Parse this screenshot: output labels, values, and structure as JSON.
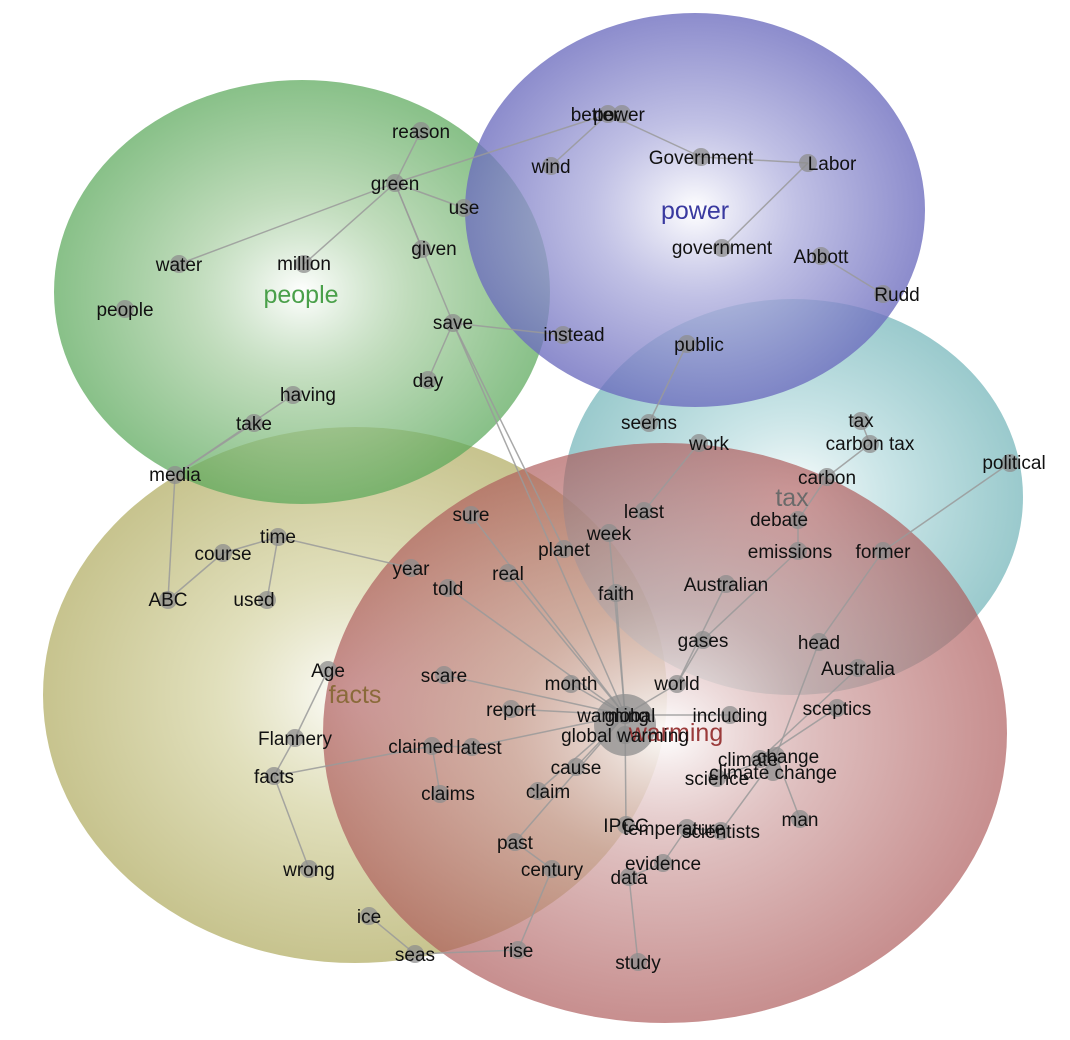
{
  "colors": {
    "people": "#5aa85a",
    "power": "#4a4ab0",
    "tax": "#5aaab0",
    "facts": "#a09a40",
    "warming": "#a84848",
    "edge": "#9a9a9a",
    "node": "#8e8e8e"
  },
  "clusters": [
    {
      "id": "facts",
      "label": "facts",
      "label_color": "#8a6a3a"
    },
    {
      "id": "warming",
      "label": "warming",
      "label_color": "#9a3a3a"
    },
    {
      "id": "tax",
      "label": "tax",
      "label_color": "#6a6a6a"
    },
    {
      "id": "people",
      "label": "people",
      "label_color": "#4aa04a"
    },
    {
      "id": "power",
      "label": "power",
      "label_color": "#3a3aa0"
    }
  ],
  "words": [
    {
      "id": "reason",
      "text": "reason"
    },
    {
      "id": "green",
      "text": "green"
    },
    {
      "id": "use",
      "text": "use"
    },
    {
      "id": "given",
      "text": "given"
    },
    {
      "id": "water",
      "text": "water"
    },
    {
      "id": "million",
      "text": "million"
    },
    {
      "id": "people_w",
      "text": "people"
    },
    {
      "id": "save",
      "text": "save"
    },
    {
      "id": "instead",
      "text": "instead"
    },
    {
      "id": "day",
      "text": "day"
    },
    {
      "id": "having",
      "text": "having"
    },
    {
      "id": "take",
      "text": "take"
    },
    {
      "id": "media",
      "text": "media"
    },
    {
      "id": "better",
      "text": "better"
    },
    {
      "id": "power_w",
      "text": "power"
    },
    {
      "id": "wind",
      "text": "wind"
    },
    {
      "id": "Government",
      "text": "Government"
    },
    {
      "id": "Labor",
      "text": "Labor"
    },
    {
      "id": "government",
      "text": "government"
    },
    {
      "id": "Abbott",
      "text": "Abbott"
    },
    {
      "id": "Rudd",
      "text": "Rudd"
    },
    {
      "id": "public",
      "text": "public"
    },
    {
      "id": "seems",
      "text": "seems"
    },
    {
      "id": "work",
      "text": "work"
    },
    {
      "id": "tax_w",
      "text": "tax"
    },
    {
      "id": "carbon_tax",
      "text": "carbon tax"
    },
    {
      "id": "carbon",
      "text": "carbon"
    },
    {
      "id": "political",
      "text": "political"
    },
    {
      "id": "debate",
      "text": "debate"
    },
    {
      "id": "emissions",
      "text": "emissions"
    },
    {
      "id": "former",
      "text": "former"
    },
    {
      "id": "least",
      "text": "least"
    },
    {
      "id": "week",
      "text": "week"
    },
    {
      "id": "sure",
      "text": "sure"
    },
    {
      "id": "planet",
      "text": "planet"
    },
    {
      "id": "time",
      "text": "time"
    },
    {
      "id": "course",
      "text": "course"
    },
    {
      "id": "ABC",
      "text": "ABC"
    },
    {
      "id": "used",
      "text": "used"
    },
    {
      "id": "year",
      "text": "year"
    },
    {
      "id": "told",
      "text": "told"
    },
    {
      "id": "real",
      "text": "real"
    },
    {
      "id": "faith",
      "text": "faith"
    },
    {
      "id": "Australian",
      "text": "Australian"
    },
    {
      "id": "gases",
      "text": "gases"
    },
    {
      "id": "head",
      "text": "head"
    },
    {
      "id": "Australia",
      "text": "Australia"
    },
    {
      "id": "Age",
      "text": "Age"
    },
    {
      "id": "scare",
      "text": "scare"
    },
    {
      "id": "month",
      "text": "month"
    },
    {
      "id": "world",
      "text": "world"
    },
    {
      "id": "report",
      "text": "report"
    },
    {
      "id": "warming_w",
      "text": "warming"
    },
    {
      "id": "global",
      "text": "global"
    },
    {
      "id": "including",
      "text": "including"
    },
    {
      "id": "sceptics",
      "text": "sceptics"
    },
    {
      "id": "Flannery",
      "text": "Flannery"
    },
    {
      "id": "claimed",
      "text": "claimed"
    },
    {
      "id": "latest",
      "text": "latest"
    },
    {
      "id": "global_warming",
      "text": "global warming"
    },
    {
      "id": "climate",
      "text": "climate"
    },
    {
      "id": "change",
      "text": "change"
    },
    {
      "id": "climate_change",
      "text": "climate change"
    },
    {
      "id": "facts_w",
      "text": "facts"
    },
    {
      "id": "claims",
      "text": "claims"
    },
    {
      "id": "cause",
      "text": "cause"
    },
    {
      "id": "claim",
      "text": "claim"
    },
    {
      "id": "science",
      "text": "science"
    },
    {
      "id": "man",
      "text": "man"
    },
    {
      "id": "IPCC",
      "text": "IPCC"
    },
    {
      "id": "temperature",
      "text": "temperature"
    },
    {
      "id": "scientists",
      "text": "scientists"
    },
    {
      "id": "past",
      "text": "past"
    },
    {
      "id": "century",
      "text": "century"
    },
    {
      "id": "evidence",
      "text": "evidence"
    },
    {
      "id": "data",
      "text": "data"
    },
    {
      "id": "wrong",
      "text": "wrong"
    },
    {
      "id": "ice",
      "text": "ice"
    },
    {
      "id": "seas",
      "text": "seas"
    },
    {
      "id": "rise",
      "text": "rise"
    },
    {
      "id": "study",
      "text": "study"
    }
  ],
  "edges": [
    [
      "green",
      "reason"
    ],
    [
      "green",
      "water"
    ],
    [
      "green",
      "use"
    ],
    [
      "green",
      "given"
    ],
    [
      "green",
      "save"
    ],
    [
      "green",
      "better"
    ],
    [
      "green",
      "million"
    ],
    [
      "save",
      "instead"
    ],
    [
      "save",
      "day"
    ],
    [
      "save",
      "planet"
    ],
    [
      "save",
      "warming_w"
    ],
    [
      "media",
      "having"
    ],
    [
      "media",
      "ABC"
    ],
    [
      "media",
      "take"
    ],
    [
      "course",
      "time"
    ],
    [
      "course",
      "ABC"
    ],
    [
      "time",
      "used"
    ],
    [
      "time",
      "year"
    ],
    [
      "better",
      "wind"
    ],
    [
      "better",
      "Government"
    ],
    [
      "Government",
      "Labor"
    ],
    [
      "Labor",
      "government"
    ],
    [
      "Abbott",
      "Rudd"
    ],
    [
      "public",
      "seems"
    ],
    [
      "work",
      "least"
    ],
    [
      "tax_w",
      "carbon_tax"
    ],
    [
      "carbon_tax",
      "carbon"
    ],
    [
      "carbon",
      "debate"
    ],
    [
      "debate",
      "emissions"
    ],
    [
      "emissions",
      "gases"
    ],
    [
      "political",
      "former"
    ],
    [
      "former",
      "head"
    ],
    [
      "head",
      "change"
    ],
    [
      "global",
      "week"
    ],
    [
      "global",
      "sure"
    ],
    [
      "global",
      "told"
    ],
    [
      "global",
      "real"
    ],
    [
      "global",
      "faith"
    ],
    [
      "global",
      "month"
    ],
    [
      "global",
      "scare"
    ],
    [
      "global",
      "report"
    ],
    [
      "global",
      "world"
    ],
    [
      "global",
      "IPCC"
    ],
    [
      "global",
      "cause"
    ],
    [
      "global",
      "claim"
    ],
    [
      "global",
      "latest"
    ],
    [
      "global",
      "including"
    ],
    [
      "global",
      "past"
    ],
    [
      "Australian",
      "world"
    ],
    [
      "world",
      "gases"
    ],
    [
      "Australia",
      "climate"
    ],
    [
      "sceptics",
      "climate"
    ],
    [
      "climate",
      "change"
    ],
    [
      "change",
      "science"
    ],
    [
      "change",
      "man"
    ],
    [
      "change",
      "scientists"
    ],
    [
      "Age",
      "Flannery"
    ],
    [
      "Flannery",
      "facts_w"
    ],
    [
      "facts_w",
      "wrong"
    ],
    [
      "facts_w",
      "claimed"
    ],
    [
      "claimed",
      "claims"
    ],
    [
      "claimed",
      "latest"
    ],
    [
      "temperature",
      "scientists"
    ],
    [
      "temperature",
      "evidence"
    ],
    [
      "evidence",
      "data"
    ],
    [
      "data",
      "study"
    ],
    [
      "century",
      "rise"
    ],
    [
      "century",
      "past"
    ],
    [
      "ice",
      "seas"
    ],
    [
      "seas",
      "rise"
    ]
  ]
}
